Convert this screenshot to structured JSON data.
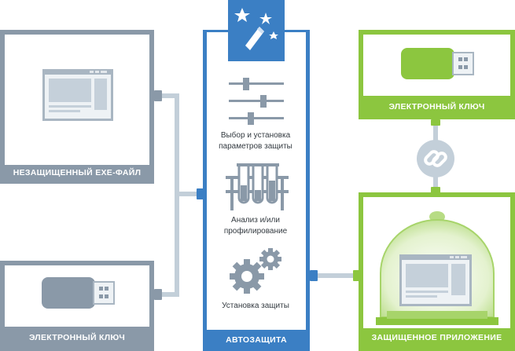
{
  "left_top": {
    "label": "НЕЗАЩИЩЕННЫЙ EXE-ФАЙЛ"
  },
  "left_bottom": {
    "label": "ЭЛЕКТРОННЫЙ КЛЮЧ"
  },
  "center": {
    "label": "АВТОЗАЩИТА",
    "steps": [
      {
        "line1": "Выбор и установка",
        "line2": "параметров защиты"
      },
      {
        "line1": "Анализ и/или",
        "line2": "профилирование"
      },
      {
        "line1": "Установка защиты",
        "line2": ""
      }
    ]
  },
  "right_top": {
    "label": "ЭЛЕКТРОННЫЙ КЛЮЧ"
  },
  "right_bottom": {
    "label": "ЗАЩИЩЕННОЕ ПРИЛОЖЕНИЕ"
  },
  "colors": {
    "gray_panel": "#8a99a8",
    "blue_panel": "#3b7fc4",
    "green_panel": "#8cc63f",
    "connector": "#c3cfd9"
  }
}
